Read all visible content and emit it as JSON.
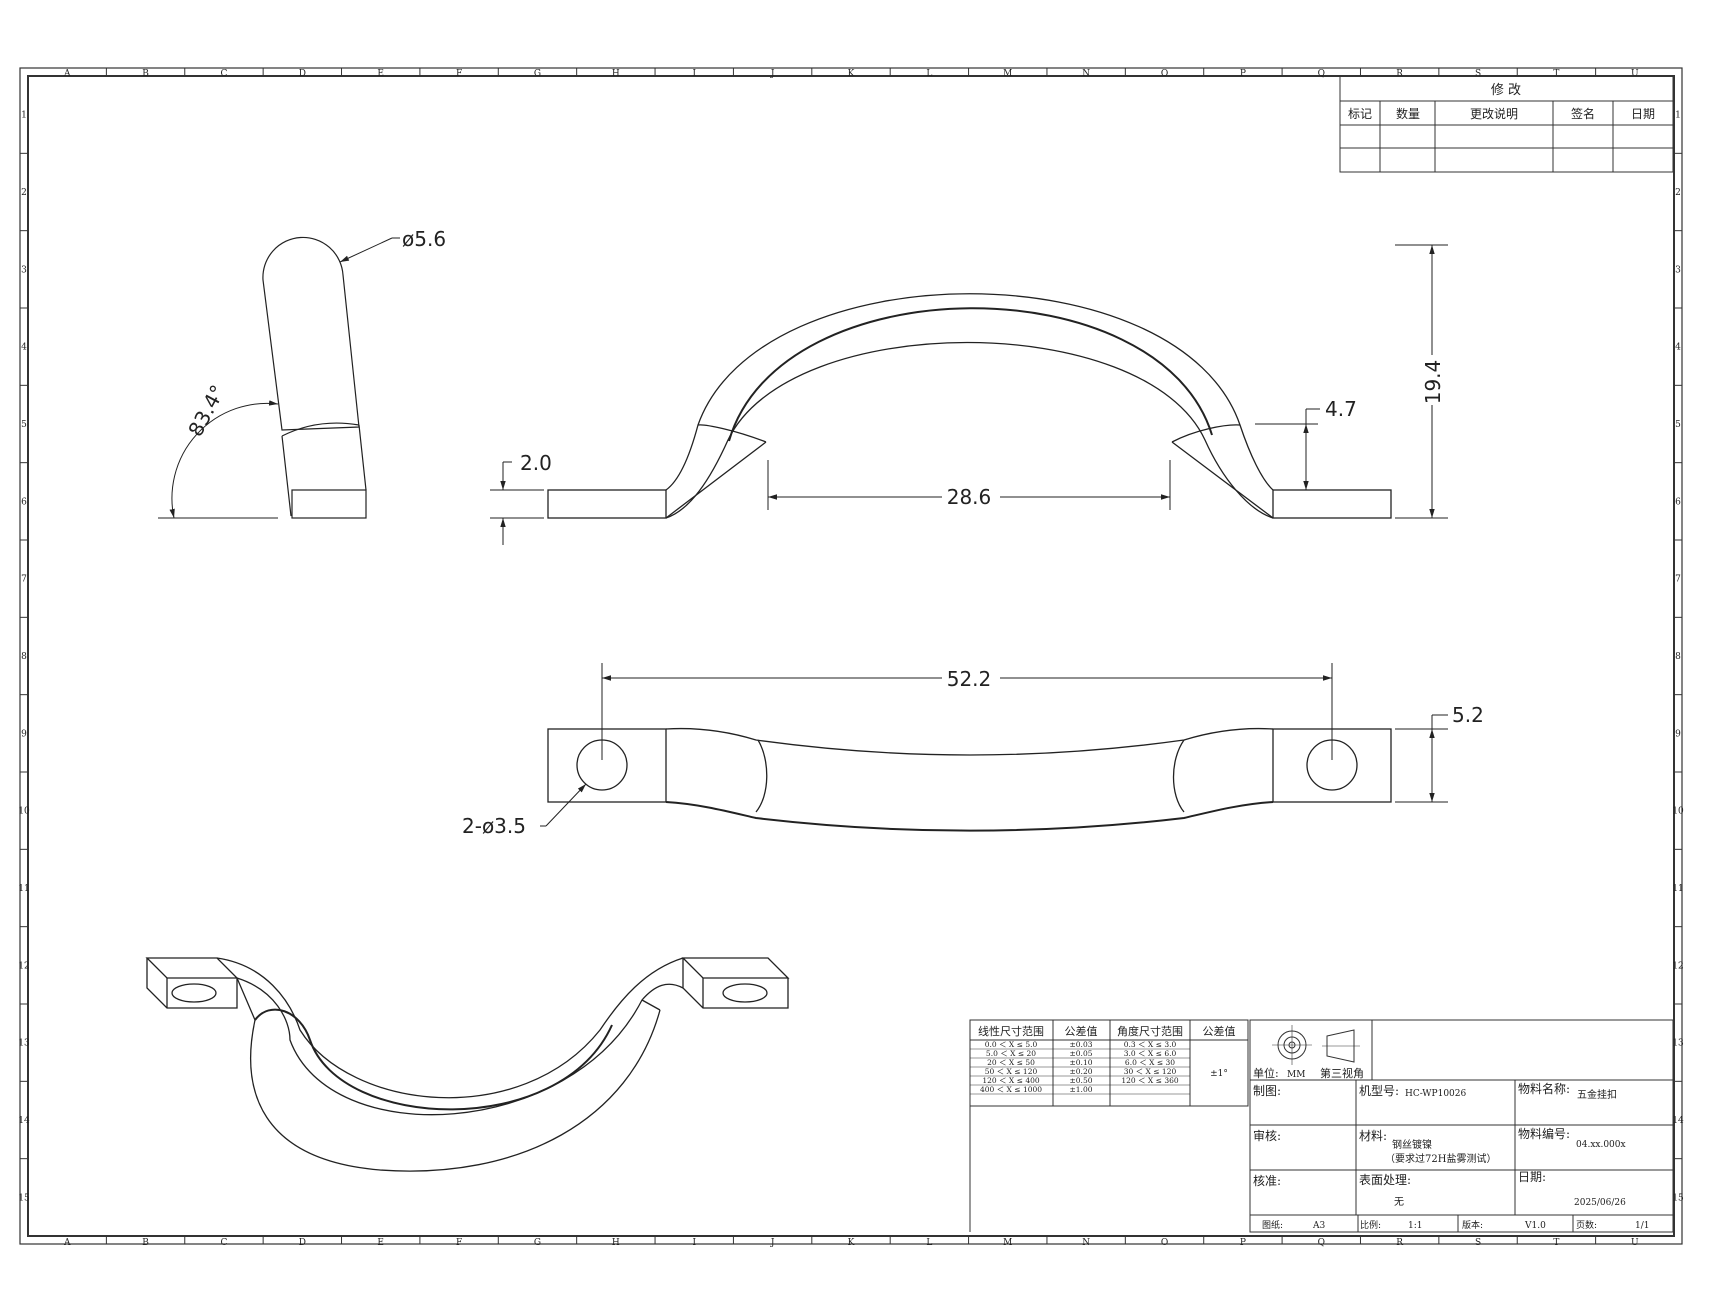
{
  "grid": {
    "columns": [
      "A",
      "B",
      "C",
      "D",
      "E",
      "F",
      "G",
      "H",
      "I",
      "J",
      "K",
      "L",
      "M",
      "N",
      "O",
      "P",
      "Q",
      "R",
      "S",
      "T",
      "U"
    ],
    "rows": [
      "1",
      "2",
      "3",
      "4",
      "5",
      "6",
      "7",
      "8",
      "9",
      "10",
      "11",
      "12",
      "13",
      "14",
      "15"
    ]
  },
  "revision": {
    "title": "修 改",
    "headers": [
      "标记",
      "数量",
      "更改说明",
      "签名",
      "日期"
    ]
  },
  "dims": {
    "dia_rod": "ø5.6",
    "angle": "83.4°",
    "thickness": "2.0",
    "inner_span": "28.6",
    "rise": "4.7",
    "height": "19.4",
    "hole_span": "52.2",
    "width": "5.2",
    "holes": "2-ø3.5"
  },
  "tolerance": {
    "headers": [
      "线性尺寸范围",
      "公差值",
      "角度尺寸范围",
      "公差值"
    ],
    "rows": [
      [
        "0.0 ＜ X ≤ 5.0",
        "±0.03",
        "0.3 ＜ X ≤ 3.0"
      ],
      [
        "5.0 ＜ X ≤ 20",
        "±0.05",
        "3.0 ＜ X ≤ 6.0"
      ],
      [
        "20 ＜ X ≤ 50",
        "±0.10",
        "6.0 ＜ X ≤ 30"
      ],
      [
        "50 ＜ X ≤ 120",
        "±0.20",
        "30 ＜ X ≤ 120"
      ],
      [
        "120 ＜ X ≤ 400",
        "±0.50",
        "120 ＜ X ≤ 360"
      ],
      [
        "400 ＜ X ≤ 1000",
        "±1.00",
        ""
      ]
    ],
    "angle_tol": "±1°"
  },
  "titleblock": {
    "unit_label": "单位:",
    "unit_value": "MM",
    "projection": "第三视角",
    "drawn_label": "制图:",
    "model_label": "机型号:",
    "model_value": "HC-WP10026",
    "part_name_label": "物料名称:",
    "part_name_value": "五金挂扣",
    "review_label": "审核:",
    "material_label": "材料:",
    "material_line1": "钢丝镀镍",
    "material_line2": "（要求过72H盐雾测试）",
    "part_no_label": "物料编号:",
    "part_no_value": "04.xx.000x",
    "approve_label": "核准:",
    "surface_label": "表面处理:",
    "surface_value": "无",
    "date_label": "日期:",
    "date_value": "2025/06/26",
    "paper_label": "图纸:",
    "paper_value": "A3",
    "scale_label": "比例:",
    "scale_value": "1:1",
    "version_label": "版本:",
    "version_value": "V1.0",
    "page_label": "页数:",
    "page_value": "1/1"
  }
}
